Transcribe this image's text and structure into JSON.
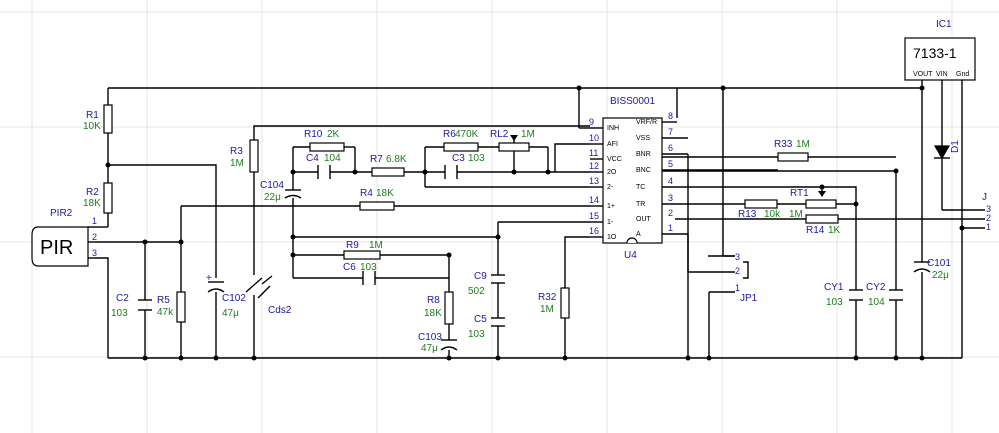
{
  "components": {
    "ic1": {
      "ref": "IC1",
      "part": "7133-1",
      "pins": [
        "VOUT",
        "VIN",
        "Gnd"
      ]
    },
    "u4": {
      "ref": "U4",
      "part": "BISS0001",
      "left_pins": [
        {
          "num": "9",
          "name": "INH"
        },
        {
          "num": "10",
          "name": "AFI"
        },
        {
          "num": "11",
          "name": "VCC"
        },
        {
          "num": "12",
          "name": "2O"
        },
        {
          "num": "13",
          "name": "2-"
        },
        {
          "num": "14",
          "name": "1+"
        },
        {
          "num": "15",
          "name": "1-"
        },
        {
          "num": "16",
          "name": "1O"
        }
      ],
      "right_pins": [
        {
          "num": "8",
          "name": "VRF/R"
        },
        {
          "num": "7",
          "name": "VSS"
        },
        {
          "num": "6",
          "name": "BNR"
        },
        {
          "num": "5",
          "name": "BNC"
        },
        {
          "num": "4",
          "name": "TC"
        },
        {
          "num": "3",
          "name": "TR"
        },
        {
          "num": "2",
          "name": "OUT"
        },
        {
          "num": "1",
          "name": "A"
        }
      ]
    },
    "pir2": {
      "ref": "PIR2",
      "label": "PIR",
      "pins": [
        "1",
        "2",
        "3"
      ]
    },
    "r1": {
      "ref": "R1",
      "value": "10K"
    },
    "r2": {
      "ref": "R2",
      "value": "18K"
    },
    "r3": {
      "ref": "R3",
      "value": "1M"
    },
    "r4": {
      "ref": "R4",
      "value": "18K"
    },
    "r5": {
      "ref": "R5",
      "value": "47k"
    },
    "r6": {
      "ref": "R6",
      "value": "470K"
    },
    "r7": {
      "ref": "R7",
      "value": "6.8K"
    },
    "r8": {
      "ref": "R8",
      "value": "18K"
    },
    "r9": {
      "ref": "R9",
      "value": "1M"
    },
    "r10": {
      "ref": "R10",
      "value": "2K"
    },
    "r13": {
      "ref": "R13",
      "value": "10k"
    },
    "r14": {
      "ref": "R14",
      "value": "1K"
    },
    "r32": {
      "ref": "R32",
      "value": "1M"
    },
    "r33": {
      "ref": "R33",
      "value": "1M"
    },
    "rl2": {
      "ref": "RL2",
      "value": "1M"
    },
    "rt1": {
      "ref": "RT1",
      "value": "1M"
    },
    "c2": {
      "ref": "C2",
      "value": "103"
    },
    "c3": {
      "ref": "C3",
      "value": "103"
    },
    "c4": {
      "ref": "C4",
      "value": "104"
    },
    "c5": {
      "ref": "C5",
      "value": "103"
    },
    "c6": {
      "ref": "C6",
      "value": "103"
    },
    "c9": {
      "ref": "C9",
      "value": "502"
    },
    "c101": {
      "ref": "C101",
      "value": "22μ"
    },
    "c102": {
      "ref": "C102",
      "value": "47μ"
    },
    "c103": {
      "ref": "C103",
      "value": "47μ"
    },
    "c104": {
      "ref": "C104",
      "value": "22μ"
    },
    "cy1": {
      "ref": "CY1",
      "value": "103"
    },
    "cy2": {
      "ref": "CY2",
      "value": "104"
    },
    "cds2": {
      "ref": "Cds2"
    },
    "d1": {
      "ref": "D1"
    },
    "jp1": {
      "ref": "JP1",
      "pins": [
        "3",
        "2",
        "1"
      ]
    },
    "j": {
      "ref": "J",
      "pins": [
        "3",
        "2",
        "1"
      ]
    }
  }
}
